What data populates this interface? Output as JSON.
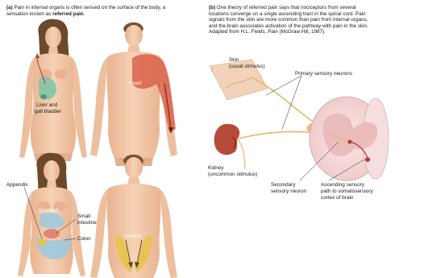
{
  "panel_a": {
    "tag": "(a)",
    "caption_pre": "Pain in internal organs is often sensed on the surface of the body, a sensation known as",
    "caption_bold": "referred pain",
    "caption_post": ".",
    "labels": {
      "liver": "Liver and",
      "gall": "gall bladder",
      "heart": "Heart",
      "appendix": "Appendix",
      "stomach": "Stomach",
      "small1": "Small",
      "small2": "intestine",
      "colon": "Colon",
      "ureters": "Ureters"
    }
  },
  "panel_b": {
    "tag": "(b)",
    "caption_pre": "One theory of referred pain says that nociceptors from several locations converge on a single ascending tract in the spinal cord. Pain signals from the skin are more common than pain from internal organs, and the brain associates activation of the pathway with pain in the skin. Adapted from H.L. Fields,",
    "caption_italic": "Pain",
    "caption_post": "(McGraw Hill, 1987).",
    "labels": {
      "skin1": "Skin",
      "skin2": "(usual stimulus)",
      "primary": "Primary sensory neurons",
      "kidney1": "Kidney",
      "kidney2": "(uncommon stimulus)",
      "secondary1": "Secondary",
      "secondary2": "sensory neuron",
      "asc1": "Ascending sensory",
      "asc2": "path to somatosensory",
      "asc3": "cortex of brain"
    }
  },
  "colors": {
    "skin_tone": "#f2c6a6",
    "hair": "#6b4a2c",
    "organ_green": "#7cc3a6",
    "heart_zone": "#d9624a",
    "pelvic_blue": "#9ec9de",
    "ureter_yellow": "#e8c34a",
    "nerve": "#e3b86a",
    "spinal_pink": "#f3d6d6"
  }
}
